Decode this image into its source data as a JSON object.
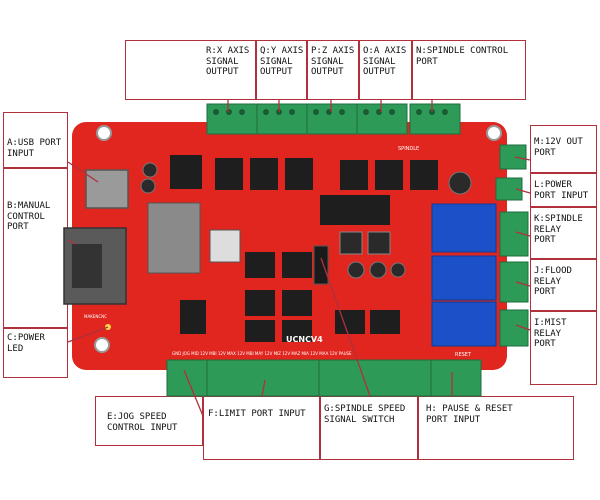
{
  "board": {
    "model": "UCNCV4",
    "model_small": "MAKENCNC",
    "silk_spindle": "SPINDLE",
    "silk_reset": "RESET",
    "silk_bottom": "GND JOG MID    12V  MBI 12V MAX 12V MBI MAY 12V MIZ 12V MAZ  MIA 12V MAA 12V  PAUSE",
    "colors": {
      "pcb": "#e0261f",
      "terminal": "#2e9a58",
      "relay": "#1c50c8",
      "callout": "#b0303c"
    }
  },
  "callouts": {
    "R": {
      "text": "R:X AXIS\nSIGNAL\nOUTPUT"
    },
    "Q": {
      "text": "Q:Y AXIS\nSIGNAL\nOUTPUT"
    },
    "P": {
      "text": "P:Z AXIS\nSIGNAL\nOUTPUT"
    },
    "O": {
      "text": "O:A AXIS\nSIGNAL\nOUTPUT"
    },
    "N": {
      "text": "N:SPINDLE CONTROL\nPORT"
    },
    "A": {
      "text": "A:USB PORT\nINPUT"
    },
    "B": {
      "text": "B:MANUAL\nCONTROL\nPORT"
    },
    "C": {
      "text": "C:POWER\nLED"
    },
    "M": {
      "text": "M:12V OUT\nPORT"
    },
    "L": {
      "text": "L:POWER\nPORT INPUT"
    },
    "K": {
      "text": "K:SPINDLE\nRELAY\nPORT"
    },
    "J": {
      "text": "J:FLOOD\nRELAY\nPORT"
    },
    "I": {
      "text": "I:MIST\nRELAY\nPORT"
    },
    "E": {
      "text": "E:JOG SPEED\nCONTROL INPUT"
    },
    "F": {
      "text": "F:LIMIT PORT INPUT"
    },
    "G": {
      "text": "G:SPINDLE SPEED\nSIGNAL SWITCH"
    },
    "H": {
      "text": "H: PAUSE & RESET\nPORT INPUT"
    }
  }
}
